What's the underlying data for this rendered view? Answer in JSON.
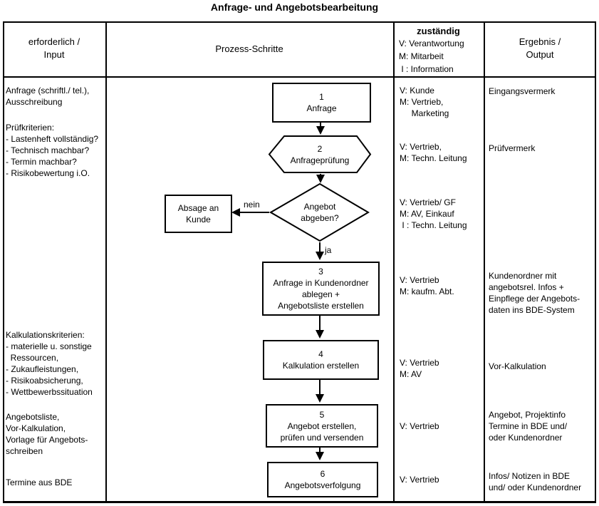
{
  "title": "Anfrage- und Angebotsbearbeitung",
  "header": {
    "input": "erforderlich /\nInput",
    "process": "Prozess-Schritte",
    "responsible_title": "zuständig",
    "responsible_legend": "V: Verantwortung\nM: Mitarbeit\n I : Information",
    "output": "Ergebnis /\nOutput"
  },
  "input_column": {
    "row1": "Anfrage (schriftl./ tel.),\nAusschreibung",
    "row2": "Prüfkriterien:\n- Lastenheft vollständig?\n- Technisch machbar?\n- Termin machbar?\n- Risikobewertung i.O.",
    "row3": "Kalkulationskriterien:\n- materielle u. sonstige\n  Ressourcen,\n- Zukaufleistungen,\n- Risikoabsicherung,\n- Wettbewerbssituation",
    "row4": "Angebotsliste,\nVor-Kalkulation,\nVorlage für Angebots-\nschreiben",
    "row5": "Termine aus BDE"
  },
  "process": {
    "step1": "1\nAnfrage",
    "step2": "2\nAnfrageprüfung",
    "decision": "Angebot\nabgeben?",
    "reject_box": "Absage an\nKunde",
    "no_label": "nein",
    "yes_label": "ja",
    "step3": "3\nAnfrage in Kundenordner\nablegen +\nAngebotsliste erstellen",
    "step4": "4\nKalkulation erstellen",
    "step5": "5\nAngebot erstellen,\nprüfen und versenden",
    "step6": "6\nAngebotsverfolgung"
  },
  "responsible_column": {
    "row1": "V: Kunde\nM: Vertrieb,\n     Marketing",
    "row2": "V: Vertrieb,\nM: Techn. Leitung",
    "row3": "V: Vertrieb/ GF\nM: AV, Einkauf\n I : Techn. Leitung",
    "row4": "V: Vertrieb\nM: kaufm. Abt.",
    "row5": "V: Vertrieb\nM: AV",
    "row6": "V: Vertrieb",
    "row7": "V: Vertrieb"
  },
  "output_column": {
    "row1": "Eingangsvermerk",
    "row2": "Prüfvermerk",
    "row3": "Kundenordner mit\nangebotsrel. Infos +\nEinpflege der Angebots-\ndaten ins BDE-System",
    "row4": "Vor-Kalkulation",
    "row5": "Angebot, Projektinfo\nTermine in BDE und/\noder Kundenordner",
    "row6": "Infos/ Notizen in BDE\nund/ oder Kundenordner"
  },
  "colors": {
    "line": "#000000",
    "background": "#ffffff"
  }
}
